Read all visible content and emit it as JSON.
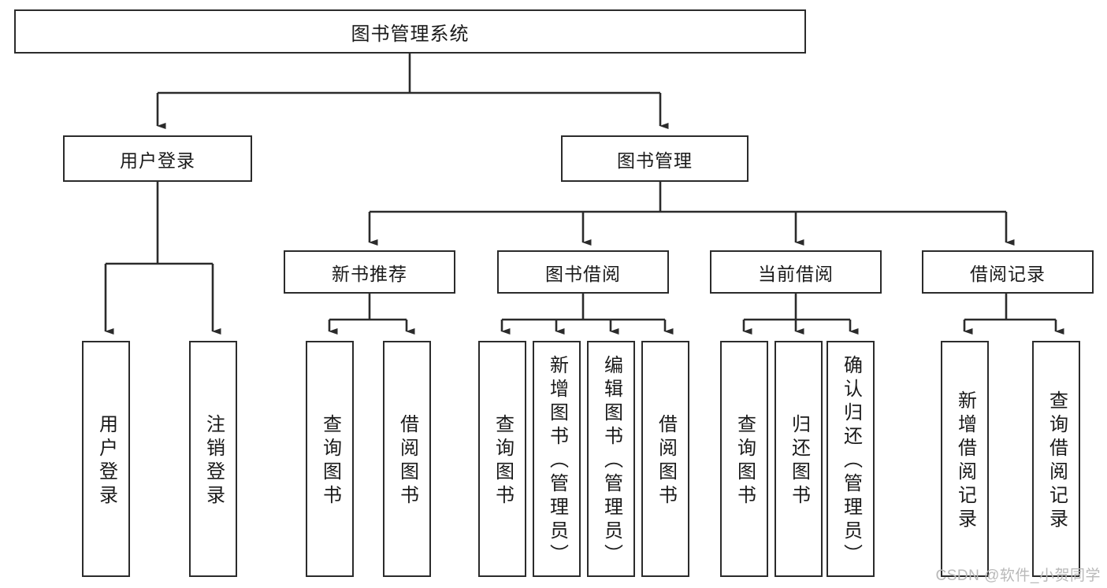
{
  "diagram": {
    "title": "图书管理系统",
    "type": "tree-hierarchy-diagram",
    "root": {
      "id": "root",
      "label": "图书管理系统"
    },
    "level1": [
      {
        "id": "user-login",
        "label": "用户登录"
      },
      {
        "id": "book-manage",
        "label": "图书管理"
      }
    ],
    "level2": [
      {
        "id": "new-book-rec",
        "label": "新书推荐",
        "parent": "book-manage"
      },
      {
        "id": "book-borrow",
        "label": "图书借阅",
        "parent": "book-manage"
      },
      {
        "id": "current-borrow",
        "label": "当前借阅",
        "parent": "book-manage"
      },
      {
        "id": "borrow-record",
        "label": "借阅记录",
        "parent": "book-manage"
      }
    ],
    "leaves": [
      {
        "id": "leaf-user-login",
        "label": "用户登录",
        "parent": "user-login"
      },
      {
        "id": "leaf-logout",
        "label": "注销登录",
        "parent": "user-login"
      },
      {
        "id": "leaf-query-book-1",
        "label": "查询图书",
        "parent": "new-book-rec"
      },
      {
        "id": "leaf-borrow-book-1",
        "label": "借阅图书",
        "parent": "new-book-rec"
      },
      {
        "id": "leaf-query-book-2",
        "label": "查询图书",
        "parent": "book-borrow"
      },
      {
        "id": "leaf-add-book",
        "label": "新增图书（管理员）",
        "parent": "book-borrow"
      },
      {
        "id": "leaf-edit-book",
        "label": "编辑图书（管理员）",
        "parent": "book-borrow"
      },
      {
        "id": "leaf-borrow-book-2",
        "label": "借阅图书",
        "parent": "book-borrow"
      },
      {
        "id": "leaf-query-book-3",
        "label": "查询图书",
        "parent": "current-borrow"
      },
      {
        "id": "leaf-return-book",
        "label": "归还图书",
        "parent": "current-borrow"
      },
      {
        "id": "leaf-confirm-return",
        "label": "确认归还（管理员）",
        "parent": "current-borrow"
      },
      {
        "id": "leaf-add-record",
        "label": "新增借阅记录",
        "parent": "borrow-record"
      },
      {
        "id": "leaf-query-record",
        "label": "查询借阅记录",
        "parent": "borrow-record"
      }
    ],
    "watermark": "CSDN @软件_小贺同学",
    "colors": {
      "stroke": "#2b2b2b",
      "fill": "#ffffff",
      "text": "#1a1a1a",
      "watermark": "#b9b9b9"
    }
  }
}
